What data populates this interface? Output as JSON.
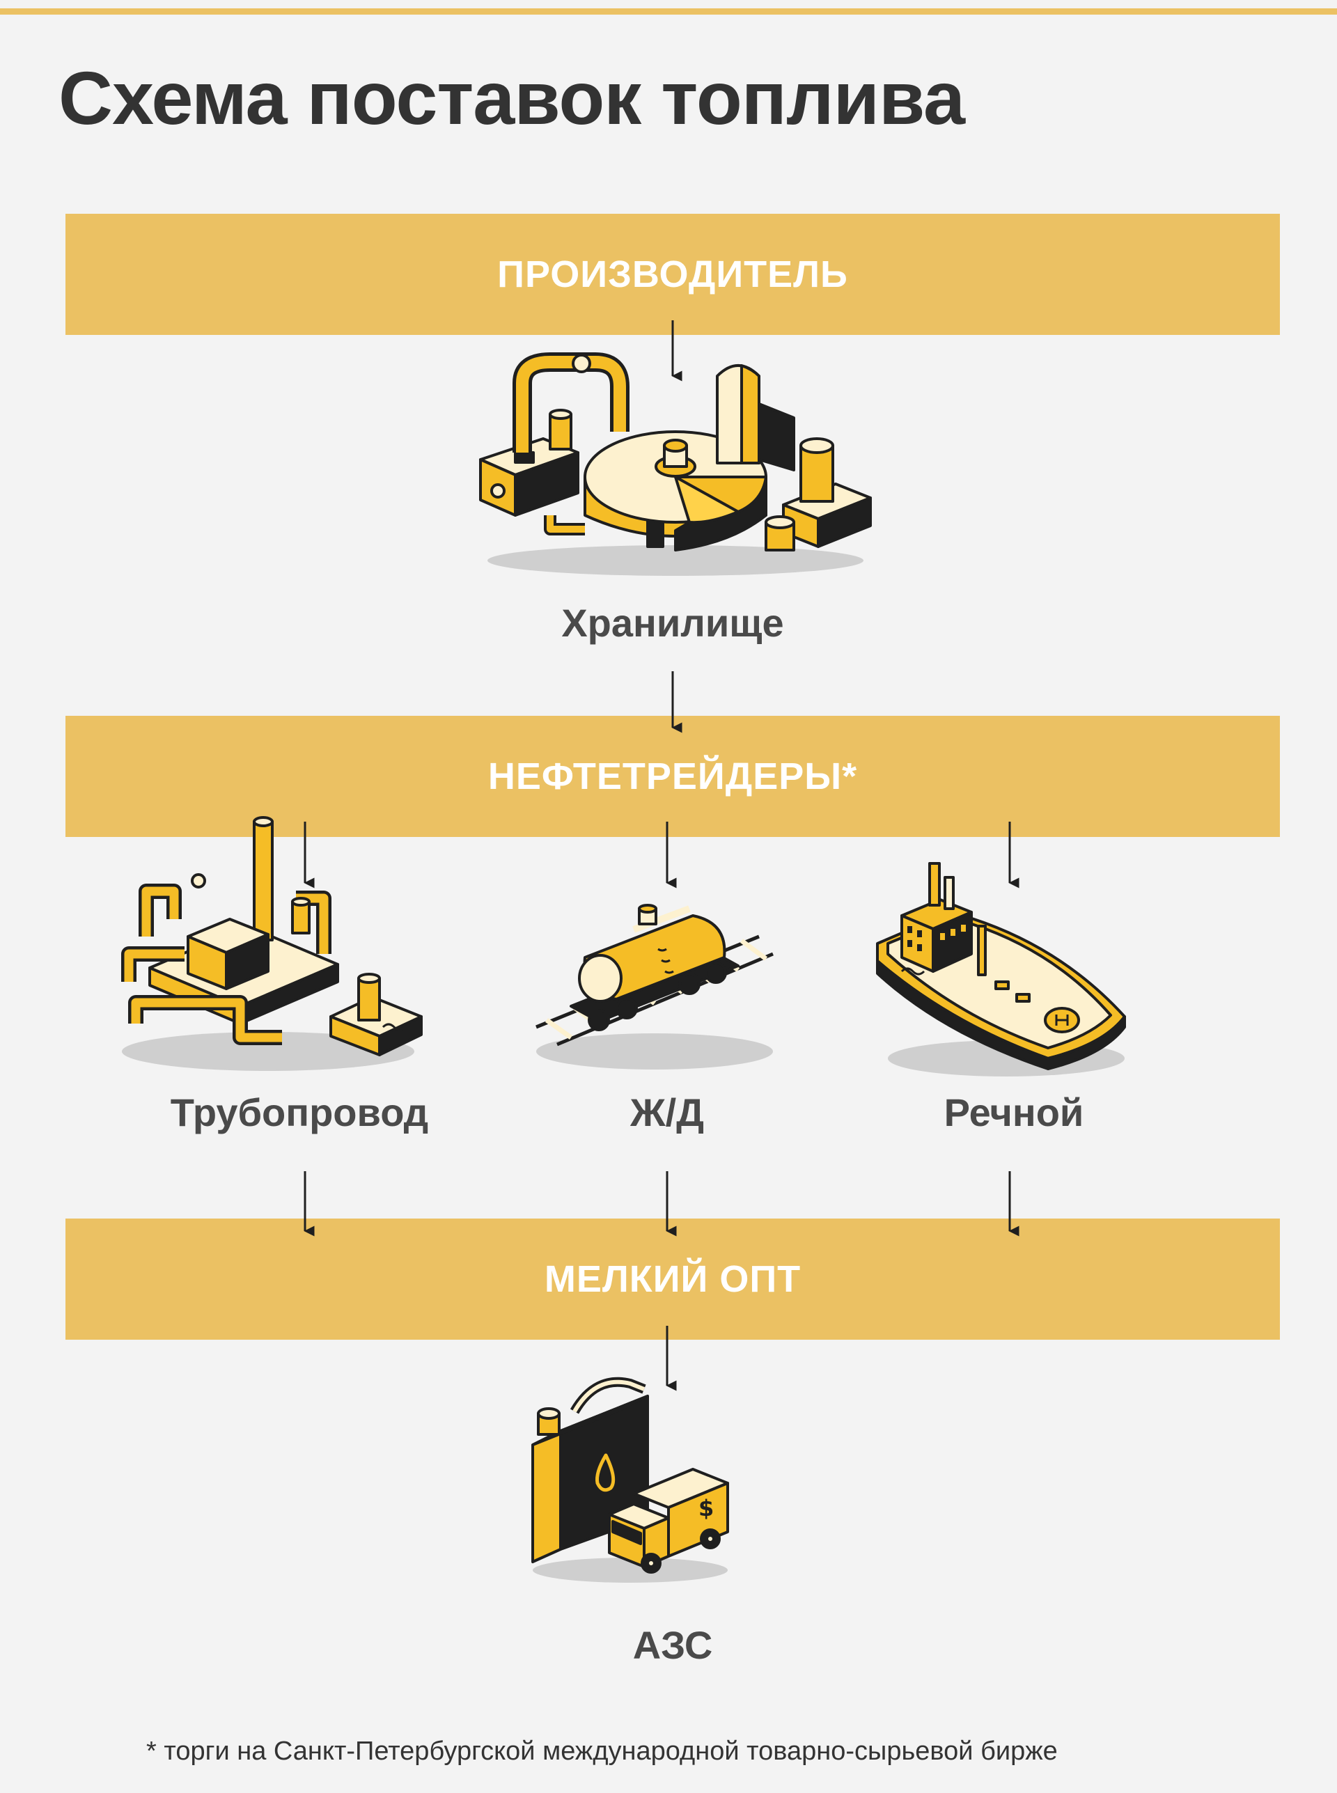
{
  "title": "Схема поставок топлива",
  "colors": {
    "accent": "#ebc163",
    "ink": "#1f1f1f",
    "yellow": "#f5bd26",
    "pale": "#fdf1cf",
    "text": "#4a4a4a",
    "background": "#f3f3f3"
  },
  "bands": {
    "producer": "ПРОИЗВОДИТЕЛЬ",
    "traders": "НЕФТЕТРЕЙДЕРЫ*",
    "wholesale": "МЕЛКИЙ ОПТ"
  },
  "nodes": {
    "storage": {
      "label": "Хранилище",
      "icon": "storage-plant-icon"
    },
    "pipeline": {
      "label": "Трубопровод",
      "icon": "pipeline-plant-icon"
    },
    "rail": {
      "label": "Ж/Д",
      "icon": "rail-tank-car-icon"
    },
    "river": {
      "label": "Речной",
      "icon": "river-tanker-icon"
    },
    "station": {
      "label": "АЗС",
      "icon": "fuel-canister-truck-icon"
    }
  },
  "footnote": "* торги на Санкт-Петербургской международной товарно-сырьевой бирже"
}
